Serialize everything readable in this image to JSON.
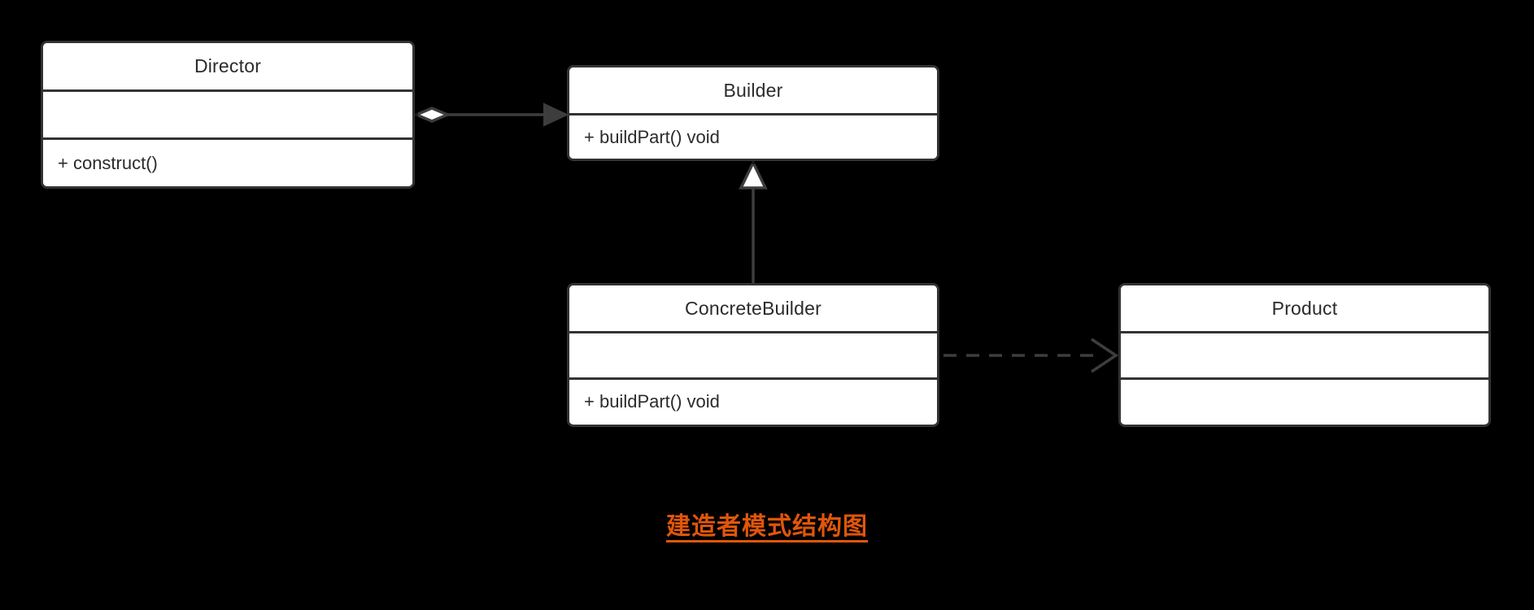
{
  "diagram": {
    "type": "uml-class-diagram",
    "title": "建造者模式结构图",
    "background_color": "#000000",
    "box_fill_color": "#ffffff",
    "box_border_color": "#333333",
    "text_color": "#2b2b2b",
    "connector_color": "#3d3d3d",
    "caption_color": "#e0560a",
    "classes": [
      {
        "id": "director",
        "name": "Director",
        "compartments": [
          {
            "kind": "title",
            "text": "Director"
          },
          {
            "kind": "attributes",
            "text": ""
          },
          {
            "kind": "operations",
            "text": "+ construct()"
          }
        ]
      },
      {
        "id": "builder",
        "name": "Builder",
        "compartments": [
          {
            "kind": "title",
            "text": "Builder"
          },
          {
            "kind": "operations",
            "text": "+ buildPart() void"
          }
        ]
      },
      {
        "id": "concrete-builder",
        "name": "ConcreteBuilder",
        "compartments": [
          {
            "kind": "title",
            "text": "ConcreteBuilder"
          },
          {
            "kind": "attributes",
            "text": ""
          },
          {
            "kind": "operations",
            "text": "+ buildPart() void"
          }
        ]
      },
      {
        "id": "product",
        "name": "Product",
        "compartments": [
          {
            "kind": "title",
            "text": "Product"
          },
          {
            "kind": "attributes",
            "text": ""
          },
          {
            "kind": "operations",
            "text": ""
          }
        ]
      }
    ],
    "relationships": [
      {
        "id": "director-builder",
        "kind": "aggregation",
        "from": "Director",
        "to": "Builder",
        "line_style": "solid",
        "source_decoration": "hollow-diamond",
        "target_decoration": "filled-arrow"
      },
      {
        "id": "concretebuilder-builder",
        "kind": "generalization",
        "from": "ConcreteBuilder",
        "to": "Builder",
        "line_style": "solid",
        "source_decoration": "none",
        "target_decoration": "hollow-triangle"
      },
      {
        "id": "concretebuilder-product",
        "kind": "dependency",
        "from": "ConcreteBuilder",
        "to": "Product",
        "line_style": "dashed",
        "source_decoration": "none",
        "target_decoration": "open-arrow"
      }
    ]
  }
}
